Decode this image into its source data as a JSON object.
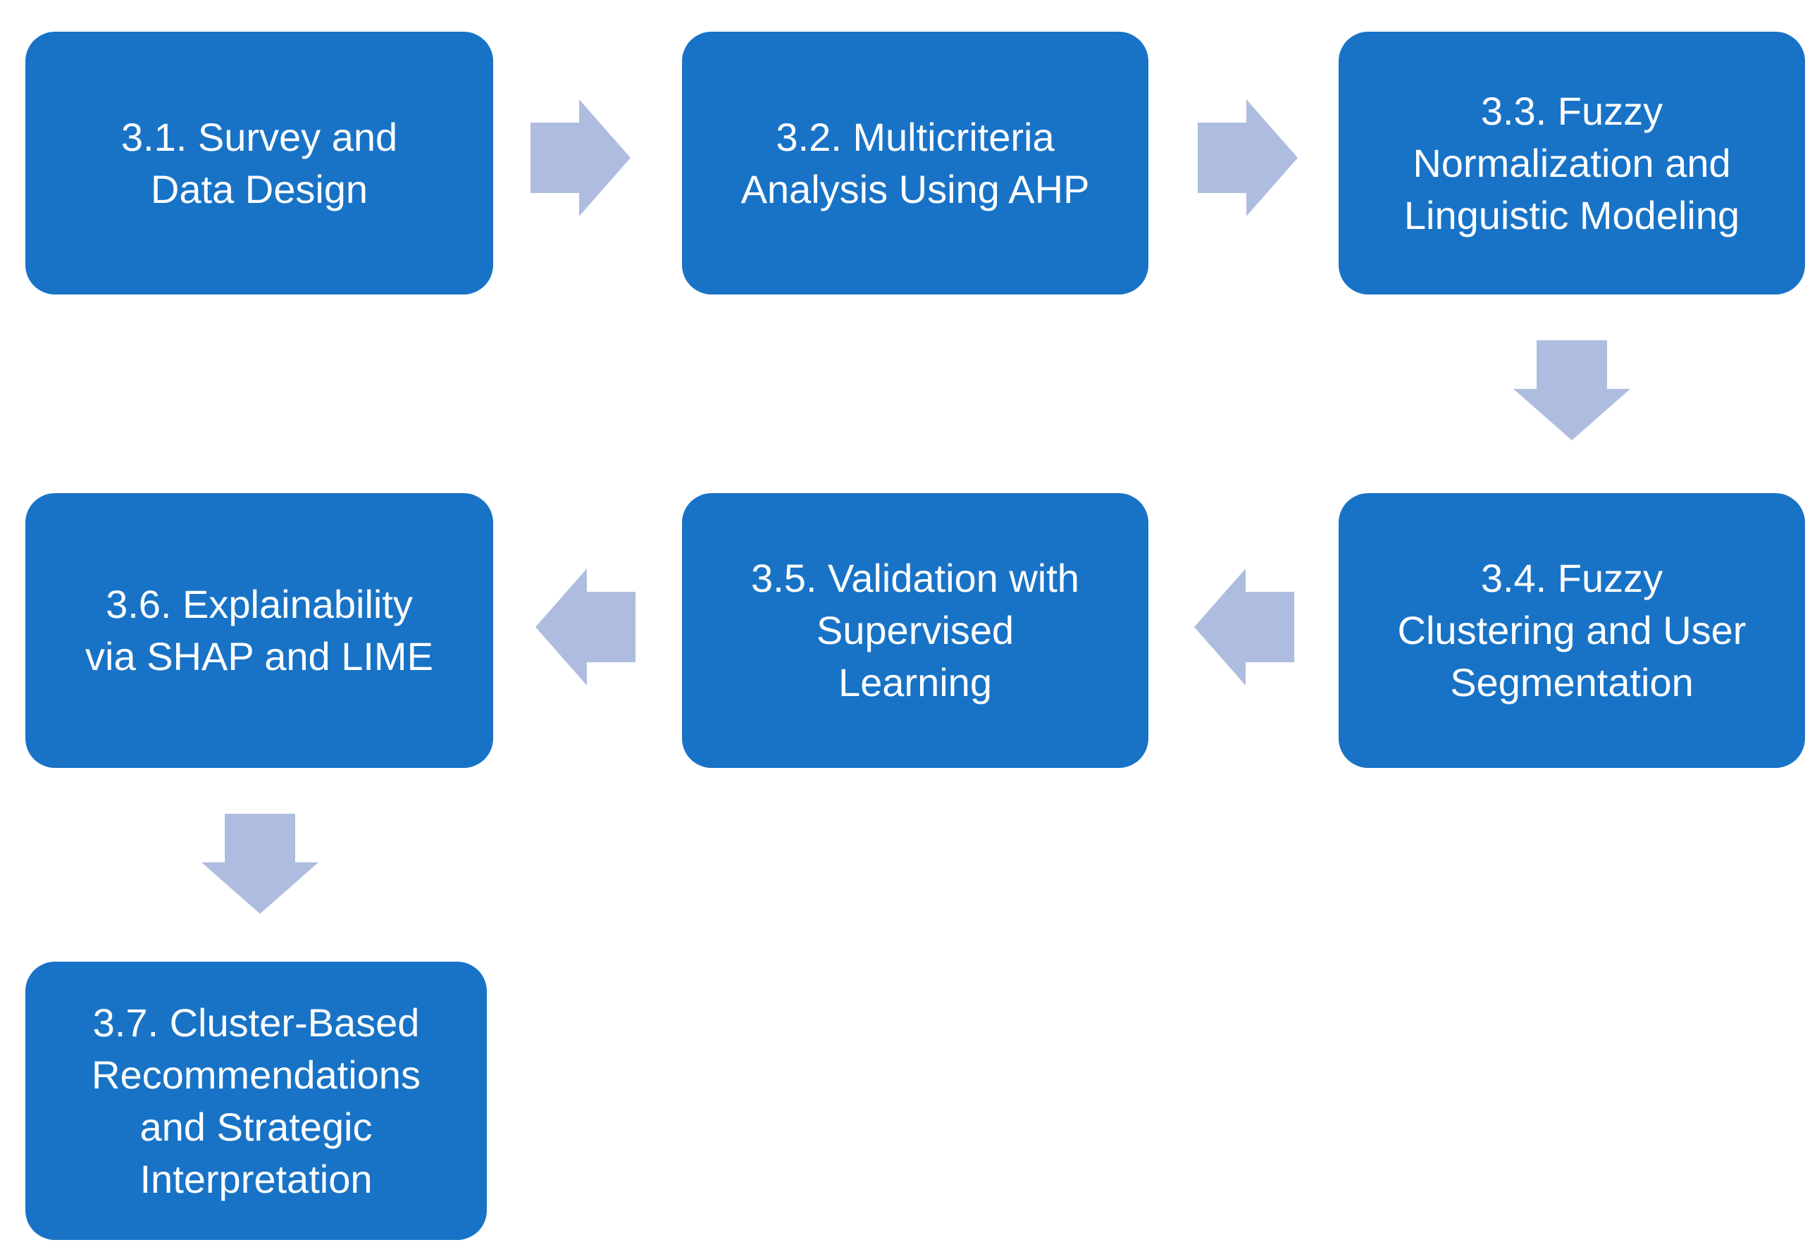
{
  "diagram": {
    "type": "flowchart",
    "colors": {
      "box": "#1873C6",
      "arrow": "#AEBDDF",
      "text": "#FFFFFF",
      "background": "#FFFFFF"
    },
    "boxes": [
      {
        "id": "3.1",
        "label": "3.1. Survey and\nData Design"
      },
      {
        "id": "3.2",
        "label": "3.2. Multicriteria\nAnalysis Using AHP"
      },
      {
        "id": "3.3",
        "label": "3.3. Fuzzy\nNormalization and\nLinguistic Modeling"
      },
      {
        "id": "3.4",
        "label": "3.4. Fuzzy\nClustering and User\nSegmentation"
      },
      {
        "id": "3.5",
        "label": "3.5. Validation with\nSupervised\nLearning"
      },
      {
        "id": "3.6",
        "label": "3.6. Explainability\nvia SHAP and LIME"
      },
      {
        "id": "3.7",
        "label": "3.7. Cluster-Based\nRecommendations\nand Strategic\nInterpretation"
      }
    ],
    "flow": [
      {
        "from": "3.1",
        "to": "3.2",
        "direction": "right"
      },
      {
        "from": "3.2",
        "to": "3.3",
        "direction": "right"
      },
      {
        "from": "3.3",
        "to": "3.4",
        "direction": "down"
      },
      {
        "from": "3.4",
        "to": "3.5",
        "direction": "left"
      },
      {
        "from": "3.5",
        "to": "3.6",
        "direction": "left"
      },
      {
        "from": "3.6",
        "to": "3.7",
        "direction": "down"
      }
    ]
  }
}
